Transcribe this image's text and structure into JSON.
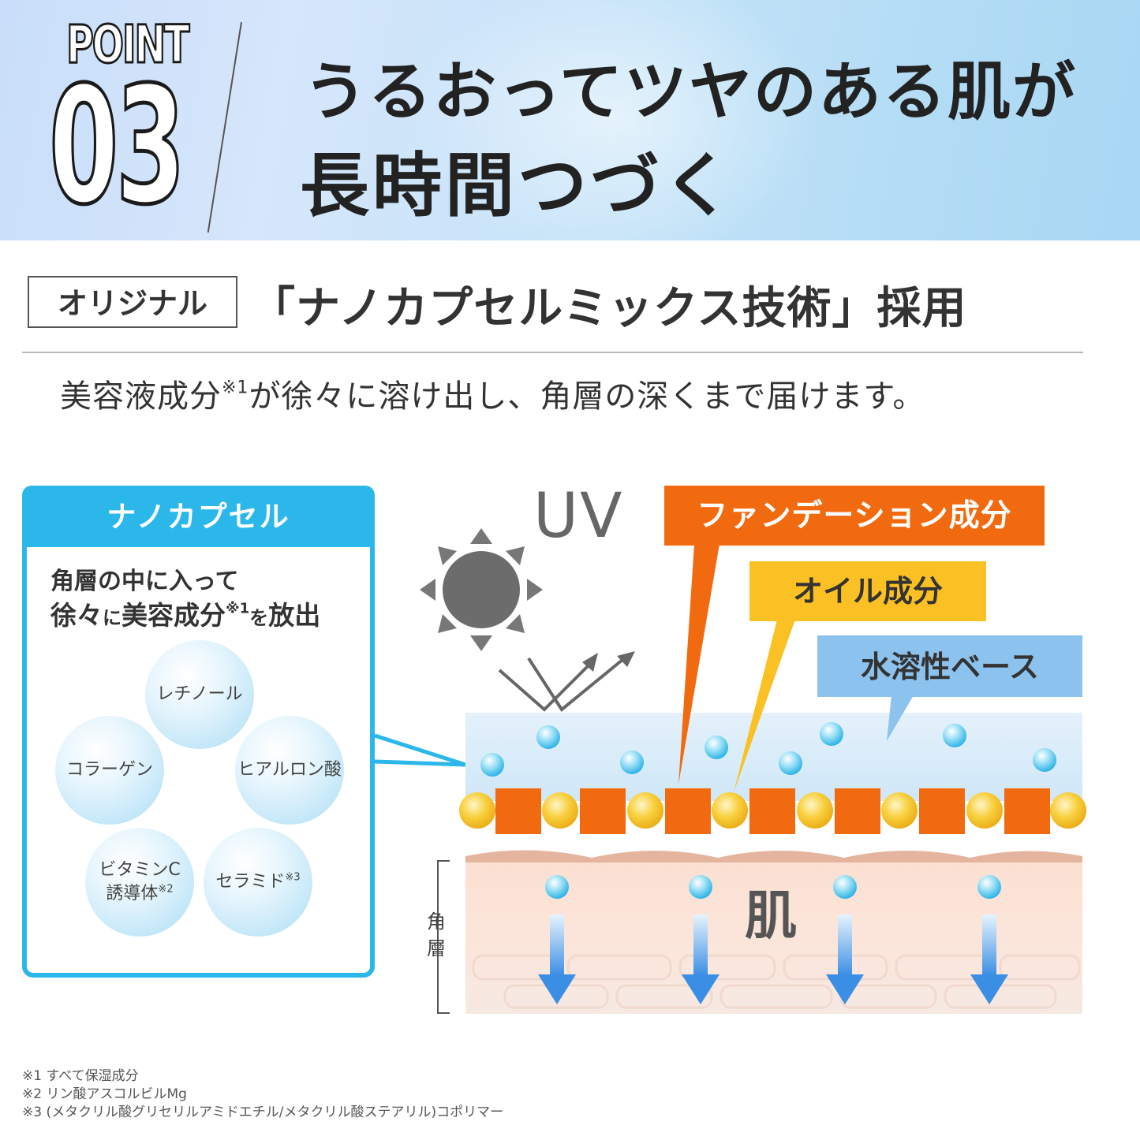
{
  "header": {
    "point_word": "POINT",
    "point_number": "03",
    "headline_line1": "うるおってツヤのある肌が",
    "headline_line2": "長時間つづく"
  },
  "technology": {
    "badge": "オリジナル",
    "title": "「ナノカプセルミックス技術」採用",
    "subtitle_pre": "美容液成分",
    "subtitle_note": "※1",
    "subtitle_post": "が徐々に溶け出し、角層の深くまで届けます。"
  },
  "nano_panel": {
    "title": "ナノカプセル",
    "desc_line1": "角層の中に入って",
    "desc_line2_a": "徐々",
    "desc_line2_b": "に",
    "desc_line2_c": "美容成分",
    "desc_line2_note": "※1",
    "desc_line2_d": "を",
    "desc_line2_e": "放出",
    "ingredients": [
      {
        "label": "レチノール"
      },
      {
        "label": "コラーゲン"
      },
      {
        "label": "ヒアルロン酸"
      },
      {
        "label": "ビタミンC",
        "label2": "誘導体",
        "note": "※2"
      },
      {
        "label": "セラミド",
        "note": "※3"
      }
    ]
  },
  "diagram": {
    "uv_label": "UV",
    "foundation_label": "ファンデーション成分",
    "oil_label": "オイル成分",
    "water_label": "水溶性ベース",
    "skin_label": "肌",
    "stratum_label": "角層",
    "colors": {
      "orange": "#f26a10",
      "yellow": "#fbc124",
      "blue": "#8cc2ee",
      "panel_blue": "#2bb7ea"
    }
  },
  "footnotes": [
    "※1 すべて保湿成分",
    "※2 リン酸アスコルビルMg",
    "※3 (メタクリル酸グリセリルアミドエチル/メタクリル酸ステアリル)コポリマー"
  ]
}
